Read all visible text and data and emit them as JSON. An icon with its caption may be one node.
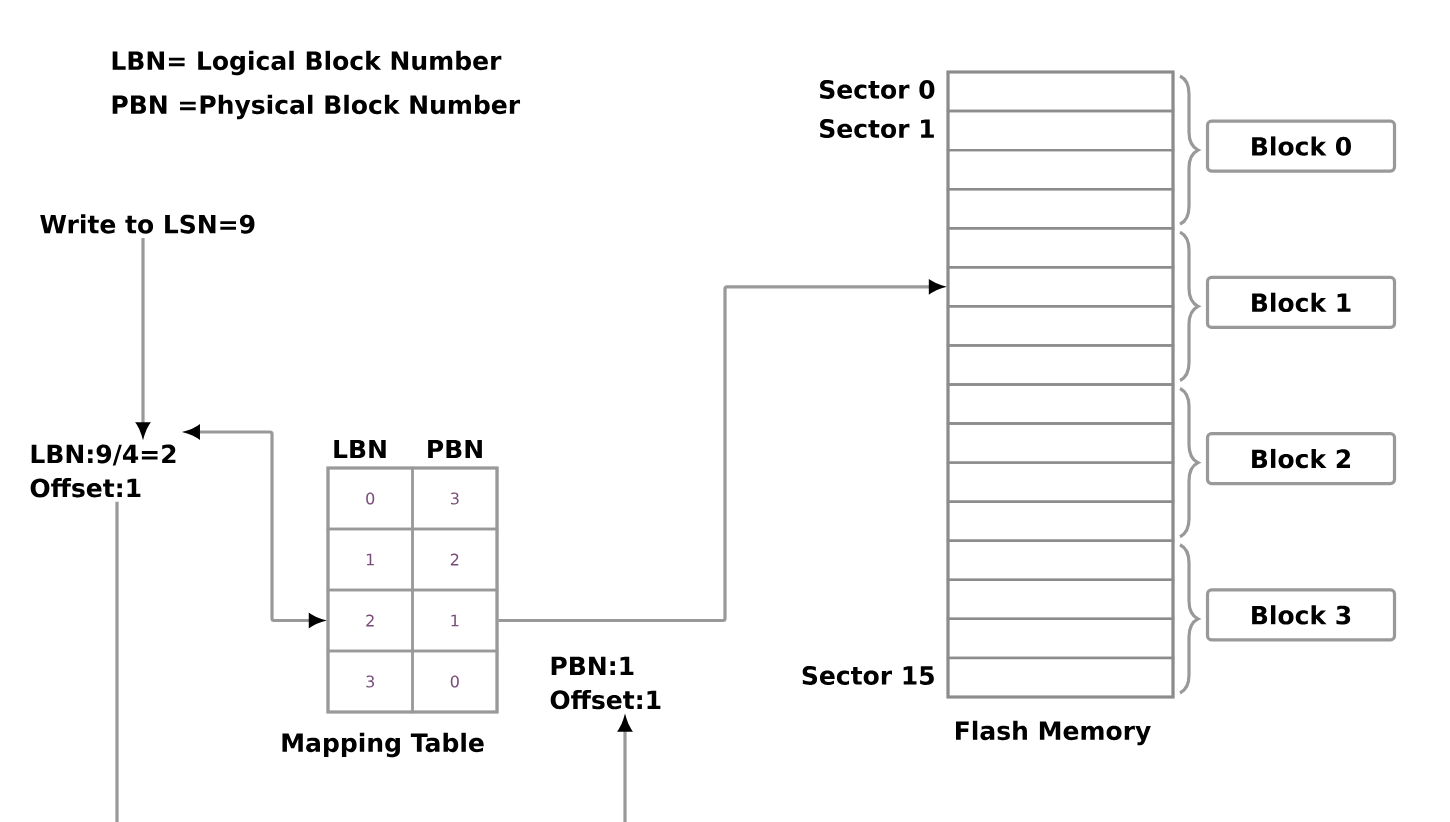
{
  "diagram": {
    "nodes": [
      {
        "text": [
          "Write to LSN=9"
        ]
      },
      {
        "text": [
          "LBN:9/4=2",
          "Offset:1"
        ]
      },
      {
        "text": [
          "Mapping Table"
        ]
      },
      {
        "text": [
          "0"
        ],
        "in": 2
      },
      {
        "text": [
          "3"
        ],
        "in": 2
      },
      {
        "text": [
          "1"
        ],
        "in": 2
      },
      {
        "text": [
          "2"
        ],
        "in": 2
      },
      {
        "text": [
          "2"
        ],
        "in": 2
      },
      {
        "text": [
          "1"
        ],
        "in": 2
      },
      {
        "text": [
          "3"
        ],
        "in": 2
      },
      {
        "text": [
          "0"
        ],
        "in": 2
      },
      {
        "text": [
          "PBN:1",
          "Offset:1"
        ]
      },
      {
        "text": [
          "Flash Memory"
        ]
      },
      {
        "text": [],
        "shape": "box",
        "in": 12,
        "beside": [
          "Sector 0"
        ]
      },
      {
        "text": [],
        "shape": "box",
        "in": 12,
        "beside": [
          "Sector 1"
        ]
      },
      {
        "text": [],
        "shape": "box",
        "in": 12
      },
      {
        "text": [],
        "shape": "box",
        "in": 12
      },
      {
        "text": [],
        "shape": "box",
        "in": 12
      },
      {
        "text": [],
        "shape": "box",
        "in": 12
      },
      {
        "text": [],
        "shape": "box",
        "in": 12
      },
      {
        "text": [],
        "shape": "box",
        "in": 12
      },
      {
        "text": [],
        "shape": "box",
        "in": 12
      },
      {
        "text": [],
        "shape": "box",
        "in": 12
      },
      {
        "text": [],
        "shape": "box",
        "in": 12
      },
      {
        "text": [],
        "shape": "box",
        "in": 12
      },
      {
        "text": [],
        "shape": "box",
        "in": 12
      },
      {
        "text": [],
        "shape": "box",
        "in": 12
      },
      {
        "text": [],
        "shape": "box",
        "in": 12
      },
      {
        "text": [],
        "shape": "box",
        "in": 12,
        "beside": [
          "Sector 15"
        ]
      },
      {
        "text": [
          "Block 0"
        ]
      },
      {
        "text": [
          "Block 1"
        ]
      },
      {
        "text": [
          "Block 2"
        ]
      },
      {
        "text": [
          "Block 3"
        ]
      }
    ],
    "edges": [
      {
        "from": 0,
        "to": 1,
        "arrow": "to"
      },
      {
        "from": 1,
        "to": 7,
        "arrow": "both"
      },
      {
        "from": 8,
        "to": 18,
        "arrow": "to"
      },
      {
        "from": null,
        "to": 11,
        "arrow": "to"
      },
      {
        "from": 1,
        "to": null,
        "arrow": "none"
      }
    ],
    "labels": [
      "LBN= Logical Block Number",
      "PBN =Physical Block Number",
      "LBN",
      "PBN"
    ]
  }
}
